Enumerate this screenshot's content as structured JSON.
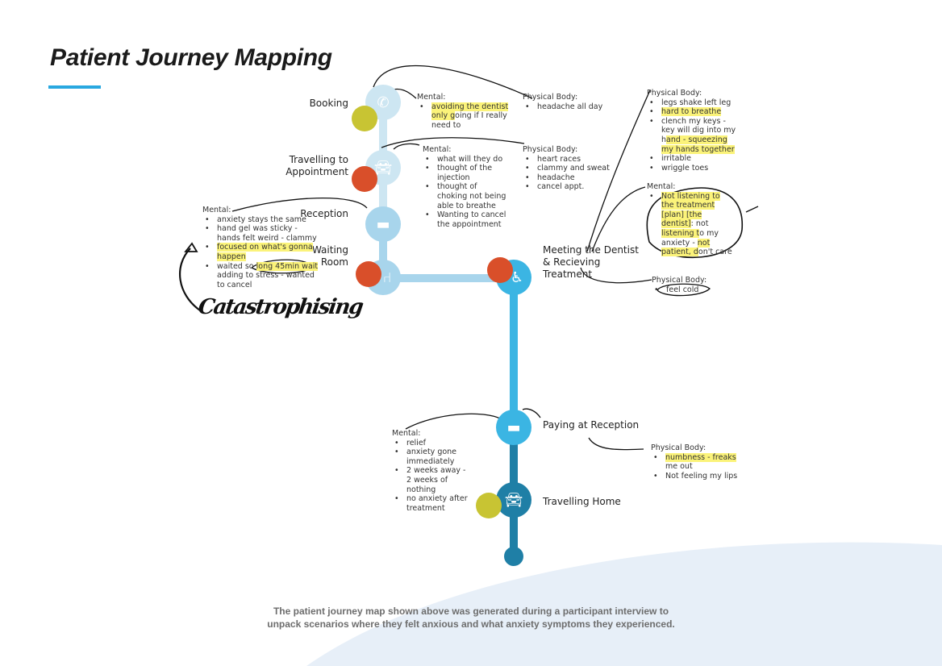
{
  "title": "Patient Journey Mapping",
  "colors": {
    "accent": "#29a8e0",
    "pale": "#cde6f2",
    "light": "#a8d5ec",
    "mid": "#3bb5e3",
    "dark": "#1f7fa6",
    "yellow": "#c8c433",
    "orange": "#d94f2a",
    "highlight": "#fbf37a"
  },
  "stages": [
    {
      "label": "Booking",
      "icon": "phone-icon"
    },
    {
      "label": "Travelling to Appointment",
      "icon": "car-icon"
    },
    {
      "label": "Reception",
      "icon": "reception-desk-icon"
    },
    {
      "label": "Waiting Room",
      "icon": "waiting-chair-icon"
    },
    {
      "label": "Meeting the Dentist & Recieving Treatment",
      "icon": "dental-chair-icon"
    },
    {
      "label": "Paying at Reception",
      "icon": "reception-desk-icon"
    },
    {
      "label": "Travelling Home",
      "icon": "car-icon"
    }
  ],
  "notes": {
    "booking_mental": {
      "heading": "Mental:",
      "items": [
        [
          [
            "avoiding the dentist only g",
            true
          ],
          [
            "oing if I really need to",
            false
          ]
        ]
      ]
    },
    "booking_physical": {
      "heading": "Physical Body:",
      "items": [
        [
          [
            "headache all day",
            false
          ]
        ]
      ]
    },
    "travel_mental": {
      "heading": "Mental:",
      "items": [
        [
          [
            "what will they do",
            false
          ]
        ],
        [
          [
            "thought of the injection",
            false
          ]
        ],
        [
          [
            "thought of choking not being able to breathe",
            false
          ]
        ],
        [
          [
            "Wanting to cancel the appointment",
            false
          ]
        ]
      ]
    },
    "travel_physical": {
      "heading": "Physical Body:",
      "items": [
        [
          [
            "heart races",
            false
          ]
        ],
        [
          [
            "clammy and sweat",
            false
          ]
        ],
        [
          [
            "headache",
            false
          ]
        ],
        [
          [
            "cancel appt.",
            false
          ]
        ]
      ]
    },
    "reception_mental": {
      "heading": "Mental:",
      "items": [
        [
          [
            "anxiety stays the same",
            false
          ]
        ],
        [
          [
            "hand gel was sticky - hands felt weird - clammy",
            false
          ]
        ],
        [
          [
            "focused on what's gonna happen",
            true
          ]
        ],
        [
          [
            "waited so ",
            false
          ],
          [
            "long 45min wait",
            true
          ],
          [
            " adding to stress - wanted to cancel",
            false
          ]
        ]
      ]
    },
    "meeting_physical": {
      "heading": "Physical Body:",
      "items": [
        [
          [
            "legs shake left leg",
            false
          ]
        ],
        [
          [
            "hard to breathe",
            true
          ]
        ],
        [
          [
            "clench my keys - key will dig into my h",
            false
          ],
          [
            "and - squeezing my hands together",
            true
          ]
        ],
        [
          [
            "irritable",
            false
          ]
        ],
        [
          [
            "wriggle toes",
            false
          ]
        ]
      ]
    },
    "meeting_mental": {
      "heading": "Mental:",
      "items": [
        [
          [
            "Not listening to the treatment [plan] [the dentist]",
            true
          ],
          [
            ": not ",
            false
          ],
          [
            "listening t",
            true
          ],
          [
            "o my anxiety - ",
            false
          ],
          [
            "not patient, d",
            true
          ],
          [
            "on't care",
            false
          ]
        ]
      ]
    },
    "meeting_physical2": {
      "heading": "Physical Body:",
      "items": [
        [
          [
            "feel cold",
            false
          ]
        ]
      ]
    },
    "paying_mental": {
      "heading": "Mental:",
      "items": [
        [
          [
            "relief",
            false
          ]
        ],
        [
          [
            "anxiety gone immediately",
            false
          ]
        ],
        [
          [
            "2 weeks away - 2 weeks of nothing",
            false
          ]
        ],
        [
          [
            "no anxiety after treatment",
            false
          ]
        ]
      ]
    },
    "paying_physical": {
      "heading": "Physical Body:",
      "items": [
        [
          [
            "numbness - freaks",
            true
          ],
          [
            " me out",
            false
          ]
        ],
        [
          [
            "Not feeling my lips",
            false
          ]
        ]
      ]
    }
  },
  "annotation": "Catastrophising",
  "caption": [
    "The patient journey map shown above was generated during a participant interview to",
    "unpack scenarios where they felt anxious and what anxiety symptoms they experienced."
  ]
}
